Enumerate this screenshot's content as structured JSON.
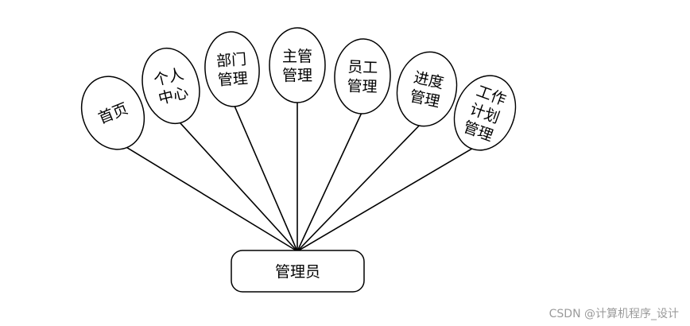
{
  "root": {
    "label": "管理员"
  },
  "modules": [
    {
      "lines": [
        "首页"
      ]
    },
    {
      "lines": [
        "个人",
        "中心"
      ]
    },
    {
      "lines": [
        "部门",
        "管理"
      ]
    },
    {
      "lines": [
        "主管",
        "管理"
      ]
    },
    {
      "lines": [
        "员工",
        "管理"
      ]
    },
    {
      "lines": [
        "进度",
        "管理"
      ]
    },
    {
      "lines": [
        "工作",
        "计划",
        "管理"
      ]
    }
  ],
  "colors": {
    "stroke": "#000000",
    "fill": "#ffffff",
    "watermark": "#9a9a9a"
  },
  "watermark": "CSDN @计算机程序_设计"
}
